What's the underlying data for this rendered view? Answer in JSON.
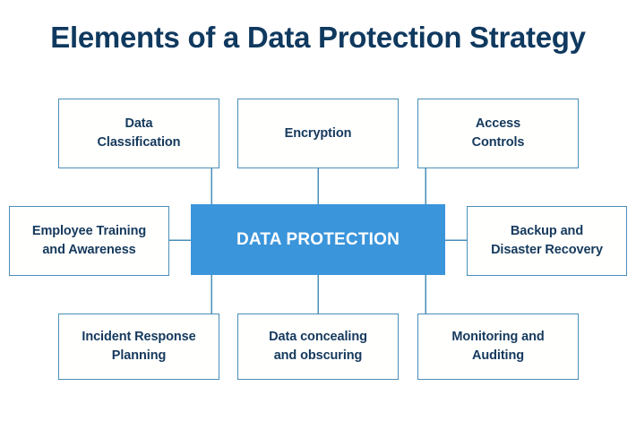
{
  "page": {
    "title": "Elements of a Data Protection Strategy",
    "background_color": "#ffffff"
  },
  "theme": {
    "title_color": "#10395f",
    "box_border_color": "#4a8fb8",
    "box_fill_color": "#ffffff",
    "box_text_color": "#15395c",
    "center_fill_color": "#3b95db",
    "center_text_color": "#ffffff",
    "connector_color": "#4a8fb8"
  },
  "diagram": {
    "type": "hub-and-spoke",
    "center": {
      "id": "data-protection",
      "label": "DATA PROTECTION"
    },
    "nodes": [
      {
        "id": "data-classification",
        "label": "Data\nClassification",
        "row": "top",
        "column": "left"
      },
      {
        "id": "encryption",
        "label": "Encryption",
        "row": "top",
        "column": "center"
      },
      {
        "id": "access-controls",
        "label": "Access\nControls",
        "row": "top",
        "column": "right"
      },
      {
        "id": "employee-training",
        "label": "Employee Training\nand Awareness",
        "row": "middle",
        "column": "left"
      },
      {
        "id": "backup-recovery",
        "label": "Backup and\nDisaster Recovery",
        "row": "middle",
        "column": "right"
      },
      {
        "id": "incident-response",
        "label": "Incident Response\nPlanning",
        "row": "bottom",
        "column": "left"
      },
      {
        "id": "data-concealing",
        "label": "Data concealing\nand obscuring",
        "row": "bottom",
        "column": "center"
      },
      {
        "id": "monitoring-auditing",
        "label": "Monitoring and\nAuditing",
        "row": "bottom",
        "column": "right"
      }
    ]
  }
}
